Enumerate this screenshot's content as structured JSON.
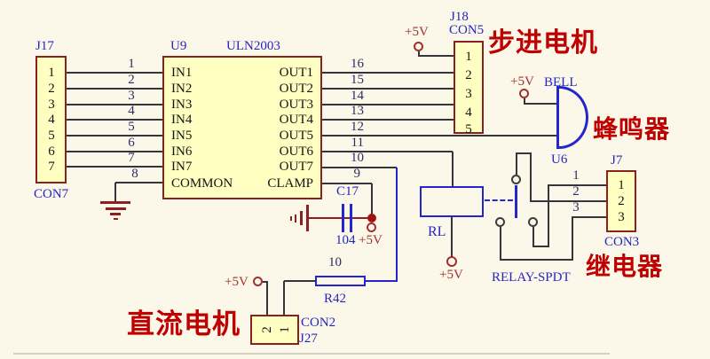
{
  "connectors": {
    "j17": {
      "designator": "J17",
      "type": "CON7",
      "pins": [
        "1",
        "2",
        "3",
        "4",
        "5",
        "6",
        "7"
      ]
    },
    "j18": {
      "designator": "J18",
      "type": "CON5",
      "pins": [
        "1",
        "2",
        "3",
        "4",
        "5"
      ]
    },
    "j7": {
      "designator": "J7",
      "type": "CON3",
      "pins": [
        "1",
        "2",
        "3"
      ]
    },
    "j27": {
      "designator": "J27",
      "type": "CON2",
      "pins": [
        "2",
        "1"
      ]
    }
  },
  "ic": {
    "designator": "U9",
    "part": "ULN2003",
    "inputs": [
      "IN1",
      "IN2",
      "IN3",
      "IN4",
      "IN5",
      "IN6",
      "IN7"
    ],
    "common": "COMMON",
    "outputs": [
      "OUT1",
      "OUT2",
      "OUT3",
      "OUT4",
      "OUT5",
      "OUT6",
      "OUT7"
    ],
    "clamp": "CLAMP",
    "left_pin_numbers": [
      "1",
      "2",
      "3",
      "4",
      "5",
      "6",
      "7",
      "8"
    ],
    "right_pin_numbers": [
      "16",
      "15",
      "14",
      "13",
      "12",
      "11",
      "10",
      "9"
    ]
  },
  "capacitor": {
    "designator": "C17",
    "value": "104"
  },
  "resistor": {
    "designator": "R42",
    "value": "10"
  },
  "relay_coil": {
    "designator": "RL"
  },
  "relay_switch": {
    "label": "RELAY-SPDT",
    "wire_numbers": [
      "1",
      "2",
      "3"
    ]
  },
  "buzzer": {
    "designator": "U6",
    "label": "BELL"
  },
  "power": {
    "label": "+5V"
  },
  "annotations": {
    "stepper": "步进电机",
    "buzzer": "蜂鸣器",
    "relay": "继电器",
    "dc_motor": "直流电机"
  },
  "colors": {
    "background": "#fbf8ea",
    "wire": "#35353c",
    "component_outline": "#2525cd",
    "connector_border": "#8b2020",
    "connector_fill": "#ffffc2",
    "annotation_red": "#c00000",
    "power_red": "#a03030"
  }
}
